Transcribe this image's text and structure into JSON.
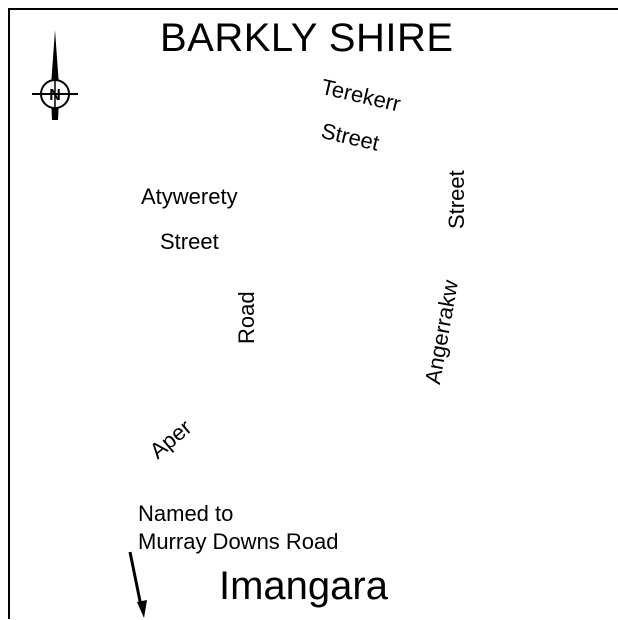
{
  "map": {
    "title": "BARKLY SHIRE",
    "compass": {
      "icon": "north-arrow-icon",
      "letter": "N"
    },
    "labels": {
      "terekerr": "Terekerr",
      "terekerr_street": "Street",
      "atywerety": "Atywerety",
      "atywerety_street": "Street",
      "road": "Road",
      "angerrakw": "Angerrakw",
      "angerrakw_street": "Street",
      "aper": "Aper"
    },
    "note": {
      "line1": "Named to",
      "line2": "Murray Downs Road"
    },
    "place": "Imangara",
    "direction_icon": "direction-arrow-icon"
  }
}
